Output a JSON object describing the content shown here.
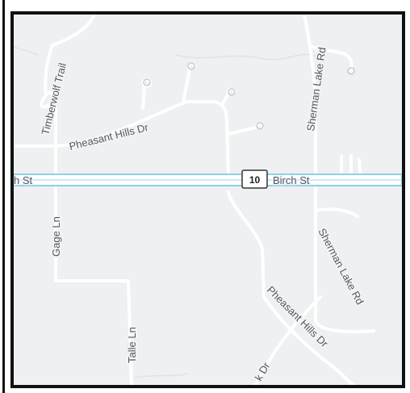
{
  "map": {
    "highway_shield": "10",
    "labels": {
      "birch_st_left": "h St",
      "birch_st_right": "Birch St",
      "timberwolf_trail": "Timberwolf Trail",
      "pheasant_hills_dr_top": "Pheasant Hills Dr",
      "pheasant_hills_dr_bottom": "Pheasant Hills Dr",
      "sherman_lake_rd_top": "Sherman Lake Rd",
      "sherman_lake_rd_bottom": "Sherman Lake Rd",
      "gage_ln": "Gage Ln",
      "talle_ln": "Talle Ln",
      "k_dr": "k Dr"
    },
    "colors": {
      "background": "#eef0f2",
      "road": "#ffffff",
      "highway_fill": "#ffffff",
      "highway_edge": "#8fd0ea",
      "label": "#4f5a62",
      "frame": "#111111"
    }
  }
}
